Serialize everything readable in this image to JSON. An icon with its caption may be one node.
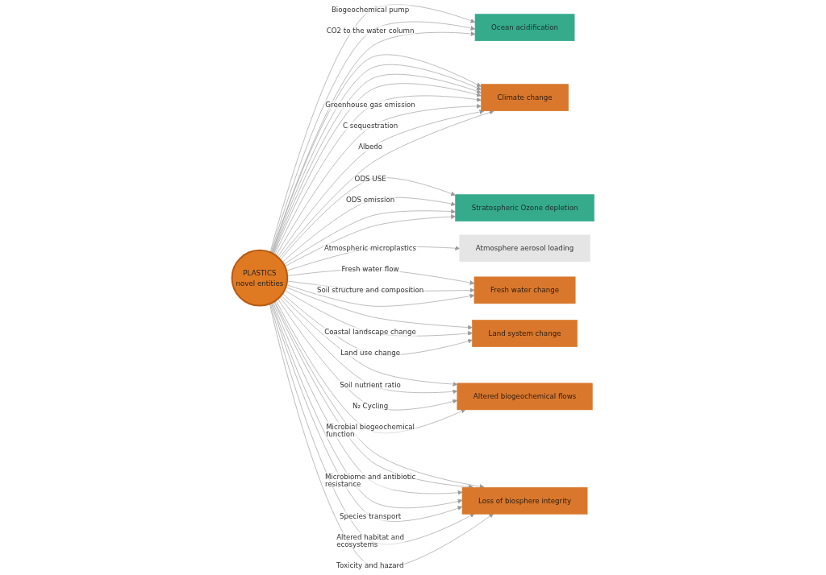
{
  "diagram": {
    "nodes": [
      {
        "text": [
          "PLASTICS",
          "novel entities"
        ]
      },
      {
        "text": [
          "Ocean acidification"
        ]
      },
      {
        "text": [
          "Climate change"
        ]
      },
      {
        "text": [
          "Stratospheric Ozone depletion"
        ]
      },
      {
        "text": [
          "Atmosphere aerosol loading"
        ]
      },
      {
        "text": [
          "Fresh water change"
        ]
      },
      {
        "text": [
          "Land system change"
        ]
      },
      {
        "text": [
          "Altered biogeochemical flows"
        ]
      },
      {
        "text": [
          "Loss of biosphere integrity"
        ]
      }
    ],
    "edges": [
      {
        "from": 0,
        "to": 1,
        "arrow": "to",
        "label": "Biogeochemical pump"
      },
      {
        "from": 0,
        "to": 1,
        "arrow": "to",
        "label": "CO2 to the water column"
      },
      {
        "from": 0,
        "to": 1,
        "arrow": "to"
      },
      {
        "from": 0,
        "to": 2,
        "arrow": "to"
      },
      {
        "from": 0,
        "to": 2,
        "arrow": "to"
      },
      {
        "from": 0,
        "to": 2,
        "arrow": "to"
      },
      {
        "from": 0,
        "to": 2,
        "arrow": "to"
      },
      {
        "from": 0,
        "to": 2,
        "arrow": "to",
        "label": "Greenhouse gas emission"
      },
      {
        "from": 0,
        "to": 2,
        "arrow": "to",
        "label": "C sequestration"
      },
      {
        "from": 0,
        "to": 2,
        "arrow": "to",
        "label": "Albedo"
      },
      {
        "from": 0,
        "to": 2,
        "arrow": "to"
      },
      {
        "from": 0,
        "to": 3,
        "arrow": "to",
        "label": "ODS USE"
      },
      {
        "from": 0,
        "to": 3,
        "arrow": "to",
        "label": "ODS emission"
      },
      {
        "from": 0,
        "to": 3,
        "arrow": "to"
      },
      {
        "from": 0,
        "to": 3,
        "arrow": "to"
      },
      {
        "from": 0,
        "to": 4,
        "arrow": "to",
        "label": "Atmospheric microplastics"
      },
      {
        "from": 0,
        "to": 5,
        "arrow": "to",
        "label": "Fresh water flow"
      },
      {
        "from": 0,
        "to": 5,
        "arrow": "to",
        "label": "Soil structure and composition"
      },
      {
        "from": 0,
        "to": 5,
        "arrow": "to"
      },
      {
        "from": 0,
        "to": 6,
        "arrow": "to"
      },
      {
        "from": 0,
        "to": 6,
        "arrow": "to",
        "label": "Coastal landscape change"
      },
      {
        "from": 0,
        "to": 6,
        "arrow": "to",
        "label": "Land use change"
      },
      {
        "from": 0,
        "to": 7,
        "arrow": "to"
      },
      {
        "from": 0,
        "to": 7,
        "arrow": "to",
        "label": "Soil nutrient ratio"
      },
      {
        "from": 0,
        "to": 7,
        "arrow": "to",
        "label": "N₂ Cycling"
      },
      {
        "from": 0,
        "to": 7,
        "arrow": "to",
        "label": "Microbial biogeochemical function"
      },
      {
        "from": 0,
        "to": 8,
        "arrow": "to"
      },
      {
        "from": 0,
        "to": 8,
        "arrow": "to"
      },
      {
        "from": 0,
        "to": 8,
        "arrow": "to",
        "label": "Microbiome and antibiotic resistance"
      },
      {
        "from": 0,
        "to": 8,
        "arrow": "to"
      },
      {
        "from": 0,
        "to": 8,
        "arrow": "to",
        "label": "Species transport"
      },
      {
        "from": 0,
        "to": 8,
        "arrow": "to",
        "label": "Altered habitat and ecosystems"
      },
      {
        "from": 0,
        "to": 8,
        "arrow": "to",
        "label": "Toxicity and hazard"
      }
    ]
  }
}
